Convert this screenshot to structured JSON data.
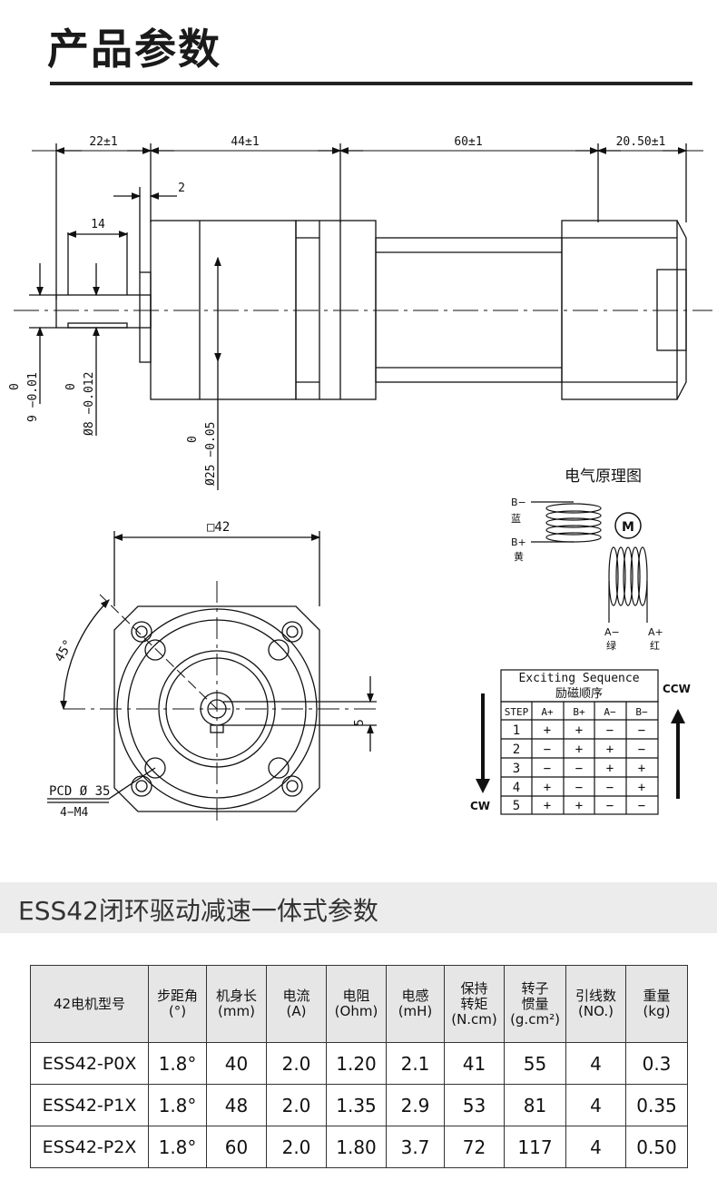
{
  "page_title": "产品参数",
  "dimensions": {
    "d1": "22±1",
    "d2": "44±1",
    "d3": "60±1",
    "d4": "20.50±1",
    "d5": "2",
    "d6": "14",
    "dia_shaft_flat": "9 −0.01",
    "dia_shaft_flat_zero": "0",
    "dia_shaft": "Ø8 −0.012",
    "dia_shaft_zero": "0",
    "dia_boss": "Ø25 −0.05",
    "dia_boss_zero": "0",
    "square": "□42",
    "angle": "45°",
    "key": "5",
    "pcd": "PCD Ø 35",
    "thread": "4−M4"
  },
  "wiring": {
    "title": "电气原理图",
    "b_minus": "B−",
    "b_minus_color": "蓝",
    "b_plus": "B+",
    "b_plus_color": "黄",
    "motor": "M",
    "a_minus": "A−",
    "a_minus_color": "绿",
    "a_plus": "A+",
    "a_plus_color": "红"
  },
  "sequence": {
    "title_en": "Exciting Sequence",
    "title_cn": "励磁顺序",
    "ccw": "CCW",
    "cw": "CW",
    "headers": [
      "STEP",
      "A+",
      "B+",
      "A−",
      "B−"
    ],
    "rows": [
      [
        "1",
        "+",
        "+",
        "−",
        "−"
      ],
      [
        "2",
        "−",
        "+",
        "+",
        "−"
      ],
      [
        "3",
        "−",
        "−",
        "+",
        "+"
      ],
      [
        "4",
        "+",
        "−",
        "−",
        "+"
      ],
      [
        "5",
        "+",
        "+",
        "−",
        "−"
      ]
    ]
  },
  "section_title": "ESS42闭环驱动减速一体式参数",
  "table": {
    "headers": [
      "42电机型号",
      "步距角\n(°)",
      "机身长\n(mm)",
      "电流\n(A)",
      "电阻\n(Ohm)",
      "电感\n(mH)",
      "保持\n转矩\n(N.cm)",
      "转子\n惯量\n(g.cm²)",
      "引线数\n(NO.)",
      "重量\n(kg)"
    ],
    "rows": [
      [
        "ESS42-P0X",
        "1.8°",
        "40",
        "2.0",
        "1.20",
        "2.1",
        "41",
        "55",
        "4",
        "0.3"
      ],
      [
        "ESS42-P1X",
        "1.8°",
        "48",
        "2.0",
        "1.35",
        "2.9",
        "53",
        "81",
        "4",
        "0.35"
      ],
      [
        "ESS42-P2X",
        "1.8°",
        "60",
        "2.0",
        "1.80",
        "3.7",
        "72",
        "117",
        "4",
        "0.50"
      ]
    ]
  }
}
